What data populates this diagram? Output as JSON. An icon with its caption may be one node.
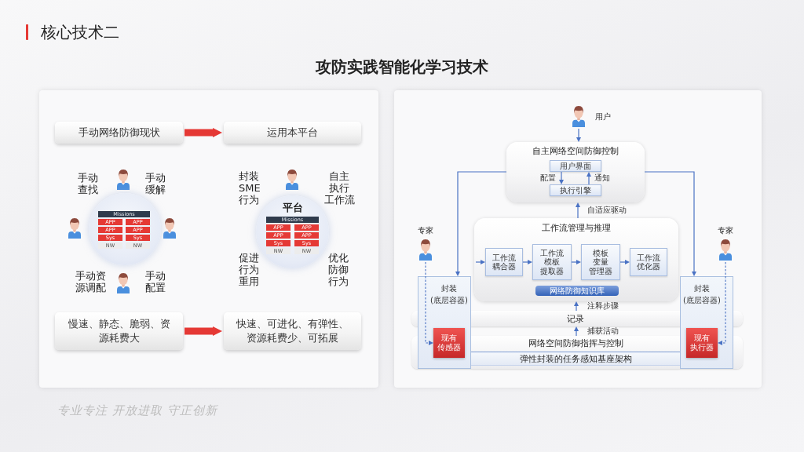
{
  "diagram": {
    "title": "攻防实践智能化学习技术",
    "nodes": [
      {
        "text": [
          "手动网络防御现状"
        ]
      },
      {
        "text": [
          "运用本平台"
        ]
      },
      {
        "text": [],
        "shape": "circle"
      },
      {
        "text": [
          "Missions"
        ],
        "in": 2
      },
      {
        "text": [
          "APP"
        ],
        "in": 2
      },
      {
        "text": [
          "APP"
        ],
        "in": 2
      },
      {
        "text": [
          "APP"
        ],
        "in": 2
      },
      {
        "text": [
          "APP"
        ],
        "in": 2
      },
      {
        "text": [
          "Sys"
        ],
        "in": 2
      },
      {
        "text": [
          "Sys"
        ],
        "in": 2
      },
      {
        "text": [
          "NW"
        ],
        "in": 2
      },
      {
        "text": [
          "NW"
        ],
        "in": 2
      },
      {
        "text": [
          "平台"
        ]
      },
      {
        "text": [
          "Missions"
        ],
        "in": 12
      },
      {
        "text": [
          "APP"
        ],
        "in": 12
      },
      {
        "text": [
          "APP"
        ],
        "in": 12
      },
      {
        "text": [
          "APP"
        ],
        "in": 12
      },
      {
        "text": [
          "APP"
        ],
        "in": 12
      },
      {
        "text": [
          "Sys"
        ],
        "in": 12
      },
      {
        "text": [
          "Sys"
        ],
        "in": 12
      },
      {
        "text": [
          "NW"
        ],
        "in": 12
      },
      {
        "text": [
          "NW"
        ],
        "in": 12
      },
      {
        "text": [
          "慢速、静态、脆弱、资源耗费大"
        ]
      },
      {
        "text": [
          "快速、可进化、有弹性、资源耗费少、可拓展"
        ]
      },
      {
        "text": [],
        "shape": "person",
        "beside": [
          "用户"
        ]
      },
      {
        "text": [
          "自主网络空间防御控制"
        ]
      },
      {
        "text": [
          "用户界面"
        ],
        "in": 25
      },
      {
        "text": [
          "执行引擎"
        ],
        "in": 25
      },
      {
        "text": [],
        "shape": "person",
        "beside": [
          "专家"
        ]
      },
      {
        "text": [],
        "shape": "person",
        "beside": [
          "专家"
        ]
      },
      {
        "text": [
          "工作流管理与推理"
        ]
      },
      {
        "text": [
          "工作流耦合器"
        ],
        "in": 30
      },
      {
        "text": [
          "工作流模板提取器"
        ],
        "in": 30
      },
      {
        "text": [
          "模板变量管理器"
        ],
        "in": 30
      },
      {
        "text": [
          "工作流优化器"
        ],
        "in": 30
      },
      {
        "text": [
          "网络防御知识库"
        ],
        "in": 30
      },
      {
        "text": [
          "封装",
          "(底层容器)"
        ]
      },
      {
        "text": [
          "现有传感器"
        ],
        "in": 36
      },
      {
        "text": [
          "封装",
          "(底层容器)"
        ]
      },
      {
        "text": [
          "现有执行器"
        ],
        "in": 38
      },
      {
        "text": [
          "记录"
        ]
      },
      {
        "text": [
          "网络空间防御指挥与控制"
        ]
      },
      {
        "text": [
          "弹性封装的任务感知基座架构"
        ],
        "in": 41
      }
    ],
    "edges": [
      {
        "from": 0,
        "to": 1,
        "arrow": "to",
        "style": "thick",
        "color": "#e53935"
      },
      {
        "from": 22,
        "to": 23,
        "arrow": "to",
        "style": "thick",
        "color": "#e53935"
      },
      {
        "from": 24,
        "to": 25,
        "arrow": "to"
      },
      {
        "from": 26,
        "to": 27,
        "arrow": "to",
        "label": "配置"
      },
      {
        "from": 27,
        "to": 26,
        "arrow": "to",
        "label": "通知"
      },
      {
        "from": 30,
        "to": 25,
        "arrow": "to",
        "label": "自适应驱动"
      },
      {
        "from": 25,
        "to": 36,
        "arrow": "to"
      },
      {
        "from": 25,
        "to": 38,
        "arrow": "to"
      },
      {
        "from": 28,
        "to": 37,
        "arrow": "to",
        "style": "dashed"
      },
      {
        "from": 29,
        "to": 39,
        "arrow": "to",
        "style": "dashed"
      },
      {
        "from": null,
        "to": 31,
        "arrow": "to"
      },
      {
        "from": 31,
        "to": 32,
        "arrow": "to"
      },
      {
        "from": 32,
        "to": 33,
        "arrow": "to"
      },
      {
        "from": 33,
        "to": 34,
        "arrow": "to"
      },
      {
        "from": 40,
        "to": 30,
        "arrow": "to",
        "label": "注释步骤"
      },
      {
        "from": 41,
        "to": 40,
        "arrow": "to",
        "label": "捕获活动"
      }
    ],
    "labels": [
      "核心技术二",
      "手动查找",
      "手动缓解",
      "手动资源调配",
      "手动配置",
      "封装SME行为",
      "自主执行工作流",
      "促进行为重用",
      "优化防御行为",
      "专业专注 开放进取 守正创新"
    ]
  }
}
